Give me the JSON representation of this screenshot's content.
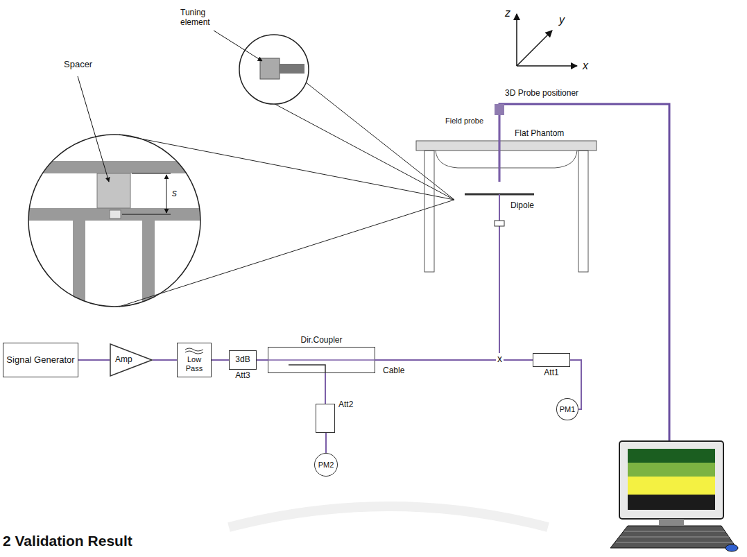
{
  "diagram": {
    "title": "2 Validation Result",
    "nodes": [
      {
        "text": [
          "Signal Generator"
        ]
      },
      {
        "text": [
          "Amp"
        ]
      },
      {
        "text": [
          "Low Pass"
        ]
      },
      {
        "text": [
          "3dB",
          "Att3"
        ]
      },
      {
        "text": [
          "Dir.Coupler"
        ]
      },
      {
        "text": [
          "Att2"
        ]
      },
      {
        "text": [
          "PM2"
        ]
      },
      {
        "text": [
          "Att1"
        ]
      },
      {
        "text": [
          "PM1"
        ]
      }
    ],
    "edges": [
      {
        "from": 0,
        "to": 1,
        "arrow": "none"
      },
      {
        "from": 1,
        "to": 2,
        "arrow": "none"
      },
      {
        "from": 2,
        "to": 3,
        "arrow": "none"
      },
      {
        "from": 3,
        "to": 4,
        "arrow": "none"
      },
      {
        "from": 4,
        "to": 7,
        "label": "Cable",
        "arrow": "none"
      },
      {
        "from": 4,
        "to": 5,
        "arrow": "none"
      },
      {
        "from": 5,
        "to": 6,
        "arrow": "none"
      },
      {
        "from": 7,
        "to": 8,
        "arrow": "none"
      }
    ],
    "labels": [
      "Spacer",
      "Tuning element",
      "s",
      "z",
      "y",
      "x",
      "3D Probe positioner",
      "Field probe",
      "Flat Phantom",
      "Dipole",
      "x"
    ]
  }
}
